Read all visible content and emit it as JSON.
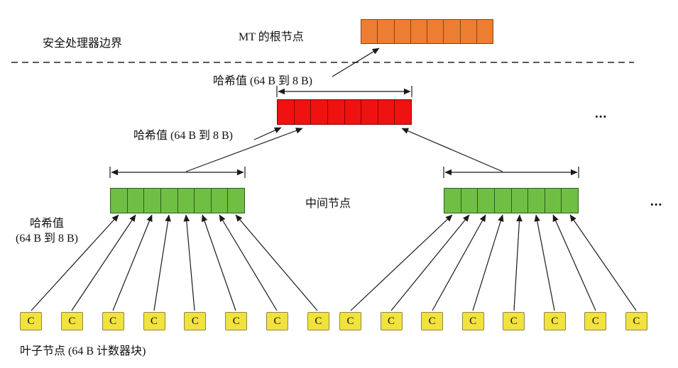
{
  "labels": {
    "secure_boundary": "安全处理器边界",
    "root_node": "MT 的根节点",
    "hash_top": "哈希值 (64 B 到 8 B)",
    "hash_mid": "哈希值 (64 B 到 8 B)",
    "hash_left_line1": "哈希值",
    "hash_left_line2": "(64 B 到 8 B)",
    "intermediate_node": "中间节点",
    "leaf_node": "叶子节点 (64 B 计数器块)",
    "ellipsis_level2": "...",
    "ellipsis_level3": "..."
  },
  "bars": {
    "cell_count": 8,
    "root_color": "#ed7d31",
    "hash_color": "#f01210",
    "intermediate_color": "#70bf44",
    "counter_color": "#f2e23e"
  },
  "counters": [
    "C",
    "C",
    "C",
    "C",
    "C",
    "C",
    "C",
    "C",
    "C",
    "C",
    "C",
    "C",
    "C",
    "C",
    "C",
    "C"
  ]
}
